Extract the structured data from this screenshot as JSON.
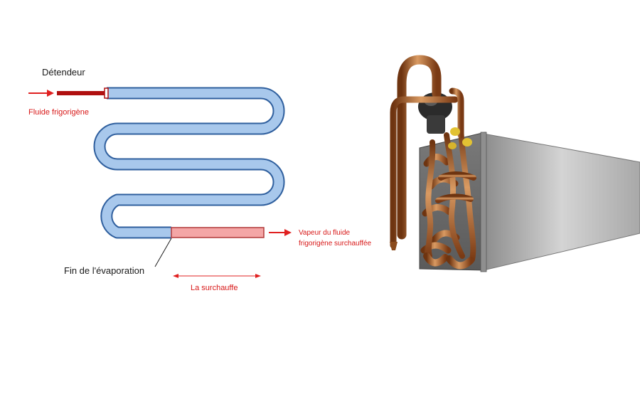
{
  "labels": {
    "detendeur": "Détendeur",
    "fluide": "Fluide frigorigène",
    "vapeur_line1": "Vapeur du fluide",
    "vapeur_line2": "frigorigène surchauffée",
    "fin_evaporation": "Fin de l'évaporation",
    "surchauffe": "La surchauffe"
  },
  "colors": {
    "liquid_fill": "#a8c8ec",
    "liquid_stroke": "#2f5f9e",
    "vapor_fill": "#f4a6a6",
    "vapor_stroke": "#b23a3a",
    "arrow_red": "#e02020",
    "text_red": "#d81818",
    "valve_red": "#b01010",
    "copper": "#b5652d",
    "fins": "#c9c9c9"
  },
  "icons": {
    "evaporator_photo": "finned-coil-evaporator-icon"
  }
}
